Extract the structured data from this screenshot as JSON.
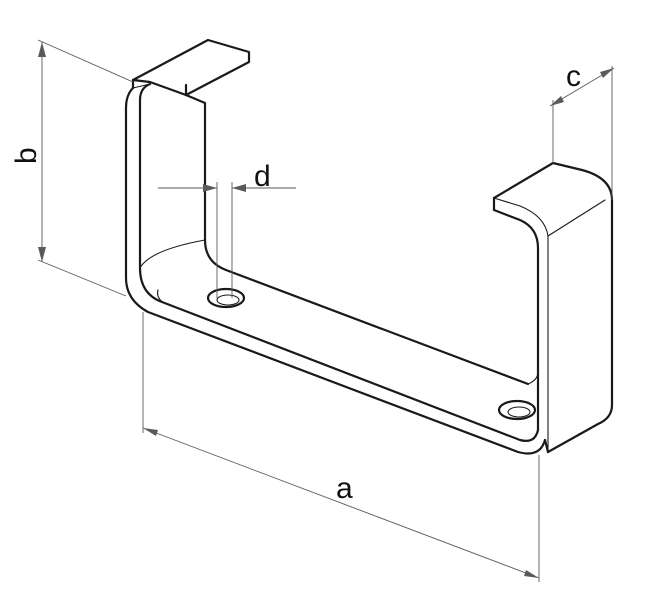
{
  "dimensions": {
    "a": "a",
    "b": "b",
    "c": "c",
    "d": "d"
  },
  "colors": {
    "line": "#1a1a1a",
    "dimension": "#5a5a5a",
    "background": "#ffffff"
  }
}
